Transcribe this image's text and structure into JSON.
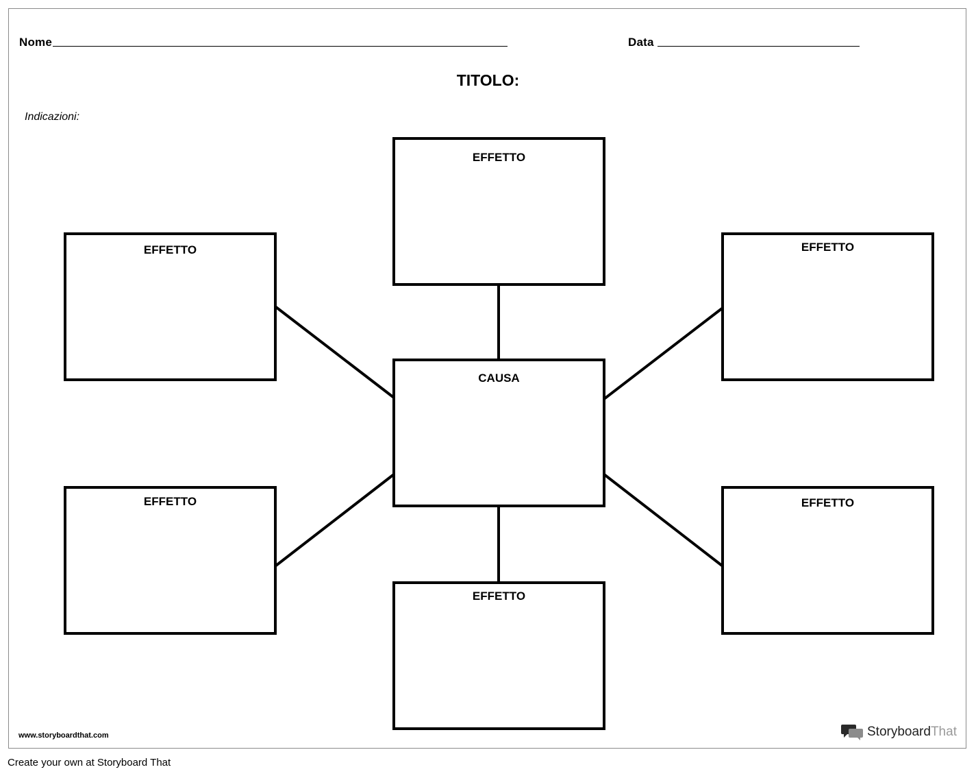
{
  "header": {
    "name_label": "Nome",
    "date_label": "Data"
  },
  "title": "TITOLO:",
  "indications_label": "Indicazioni:",
  "diagram": {
    "center_label": "CAUSA",
    "effect_top": "EFFETTO",
    "effect_upper_left": "EFFETTO",
    "effect_upper_right": "EFFETTO",
    "effect_lower_left": "EFFETTO",
    "effect_lower_right": "EFFETTO",
    "effect_bottom": "EFFETTO"
  },
  "footer": {
    "url": "www.storyboardthat.com",
    "brand_dark": "Storyboard",
    "brand_light": "That",
    "brand_icon": "speech-bubbles-icon",
    "caption": "Create your own at Storyboard That"
  }
}
